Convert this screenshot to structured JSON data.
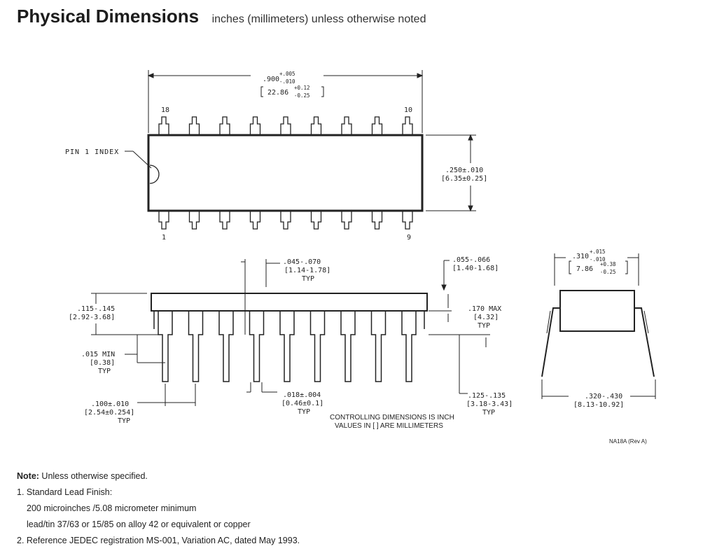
{
  "header": {
    "title": "Physical Dimensions",
    "subtitle": "inches (millimeters) unless otherwise noted"
  },
  "top_view": {
    "length_in": ".900",
    "length_in_tol_plus": "+.005",
    "length_in_tol_minus": "-.010",
    "length_mm": "22.86",
    "length_mm_tol_plus": "+0.12",
    "length_mm_tol_minus": "-0.25",
    "pin18": "18",
    "pin10": "10",
    "pin1": "1",
    "pin9": "9",
    "pin1_index": "PIN 1 INDEX",
    "width_in": ".250±.010",
    "width_mm": "[6.35±0.25]"
  },
  "side_view": {
    "seat_in": ".045-.070",
    "seat_mm": "[1.14-1.78]",
    "seat_typ": "TYP",
    "shoulder_in": ".055-.066",
    "shoulder_mm": "[1.40-1.68]",
    "body_in": ".115-.145",
    "body_mm": "[2.92-3.68]",
    "max_in": ".170 MAX",
    "max_mm": "[4.32]",
    "max_typ": "TYP",
    "standoff_in": ".015 MIN",
    "standoff_mm": "[0.38]",
    "standoff_typ": "TYP",
    "lead_in": ".018±.004",
    "lead_mm": "[0.46±0.1]",
    "lead_typ": "TYP",
    "pitch_in": ".100±.010",
    "pitch_mm": "[2.54±0.254]",
    "pitch_typ": "TYP",
    "leadlen_in": ".125-.135",
    "leadlen_mm": "[3.18-3.43]",
    "leadlen_typ": "TYP",
    "controlling_1": "CONTROLLING DIMENSIONS IS INCH",
    "controlling_2": "VALUES IN [ ] ARE MILLIMETERS"
  },
  "end_view": {
    "width_in": ".310",
    "width_in_tol_plus": "+.015",
    "width_in_tol_minus": "-.010",
    "width_mm": "7.86",
    "width_mm_tol_plus": "+0.38",
    "width_mm_tol_minus": "-0.25",
    "span_in": ".320-.430",
    "span_mm": "[8.13-10.92]"
  },
  "revision": "NA18A (Rev A)",
  "notes": {
    "heading": "Note:",
    "heading_text": " Unless otherwise specified.",
    "item1": "1. Standard Lead Finish:",
    "item1_line2": "200 microinches /5.08 micrometer minimum",
    "item1_line3": "lead/tin 37/63 or 15/85 on alloy 42 or equivalent or copper",
    "item2": "2. Reference JEDEC registration MS-001, Variation AC, dated May 1993."
  }
}
